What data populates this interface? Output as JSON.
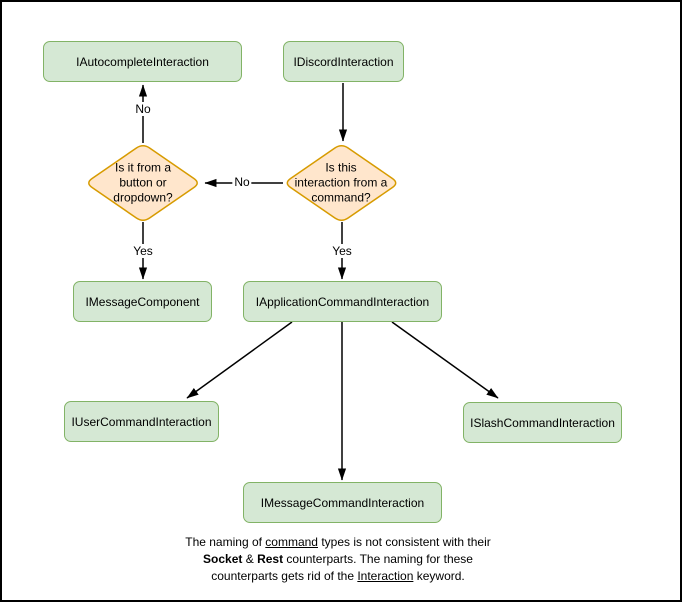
{
  "diagram": {
    "nodes": {
      "autocomplete": {
        "label": "IAutocompleteInteraction"
      },
      "discord": {
        "label": "IDiscordInteraction"
      },
      "message_component": {
        "label": "IMessageComponent"
      },
      "application_command": {
        "label": "IApplicationCommandInteraction"
      },
      "user_command": {
        "label": "IUserCommandInteraction"
      },
      "slash_command": {
        "label": "ISlashCommandInteraction"
      },
      "message_command": {
        "label": "IMessageCommandInteraction"
      }
    },
    "decisions": {
      "button_dropdown": {
        "label": "Is it from a\nbutton or\ndropdown?"
      },
      "from_command": {
        "label": "Is this\ninteraction from a\ncommand?"
      }
    },
    "edge_labels": {
      "no_to_autocomplete": "No",
      "no_between_decisions": "No",
      "yes_to_message_component": "Yes",
      "yes_to_application_command": "Yes"
    },
    "note": {
      "line1": {
        "seg1": "The naming of ",
        "seg2_underlined": "command",
        "seg3": " types is not consistent with their"
      },
      "line2": {
        "seg1_bold": "Socket",
        "seg2": " & ",
        "seg3_bold": "Rest",
        "seg4": " counterparts. The naming for these"
      },
      "line3": {
        "seg1": "counterparts gets rid of the ",
        "seg2_underlined": "Interaction",
        "seg3": " keyword."
      }
    },
    "colors": {
      "node_fill": "#d5e8d4",
      "node_stroke": "#82b366",
      "decision_fill": "#ffe6cc",
      "decision_stroke": "#d79b00",
      "arrow": "#000000",
      "canvas_border": "#000000",
      "background": "#ffffff"
    }
  }
}
